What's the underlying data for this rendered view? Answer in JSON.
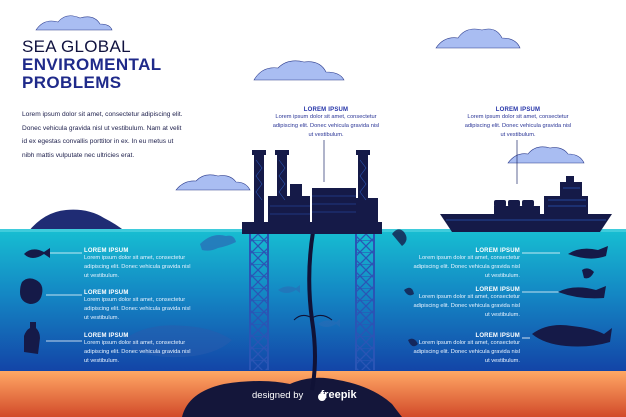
{
  "title": {
    "line1": "SEA GLOBAL",
    "line2": "ENVIROMENTAL",
    "line3": "PROBLEMS"
  },
  "intro": {
    "line1": "Lorem ipsum dolor sit amet, consectetur adipiscing elit.",
    "line2": "Donec vehicula gravida nisl ut vestibulum. Nam at velit",
    "line3": "id ex egestas convallis porttitor in ex. In eu metus ut",
    "line4": "nibh mattis vulputate nec ultricies erat."
  },
  "callouts": {
    "rig": {
      "heading": "LOREM IPSUM",
      "line1": "Lorem ipsum dolor sit amet, consectetur",
      "line2": "adipiscing elit. Donec vehicula gravida nisl",
      "line3": "ut vestibulum."
    },
    "ship": {
      "heading": "LOREM IPSUM",
      "line1": "Lorem ipsum dolor sit amet, consectetur",
      "line2": "adipiscing elit. Donec vehicula gravida nisl",
      "line3": "ut vestibulum."
    },
    "left": [
      {
        "heading": "LOREM IPSUM",
        "line1": "Lorem ipsum dolor sit amet, consectetur",
        "line2": "adipiscing elit. Donec vehicula gravida nisl",
        "line3": "ut vestibulum."
      },
      {
        "heading": "LOREM IPSUM",
        "line1": "Lorem ipsum dolor sit amet, consectetur",
        "line2": "adipiscing elit. Donec vehicula gravida nisl",
        "line3": "ut vestibulum."
      },
      {
        "heading": "LOREM IPSUM",
        "line1": "Lorem ipsum dolor sit amet, consectetur",
        "line2": "adipiscing elit. Donec vehicula gravida nisl",
        "line3": "ut vestibulum."
      }
    ],
    "right": [
      {
        "heading": "LOREM IPSUM",
        "line1": "Lorem ipsum dolor sit amet, consectetur",
        "line2": "adipiscing elit. Donec vehicula gravida nisl",
        "line3": "ut vestibulum."
      },
      {
        "heading": "LOREM IPSUM",
        "line1": "Lorem ipsum dolor sit amet, consectetur",
        "line2": "adipiscing elit. Donec vehicula gravida nisl",
        "line3": "ut vestibulum."
      },
      {
        "heading": "LOREM IPSUM",
        "line1": "Lorem ipsum dolor sit amet, consectetur",
        "line2": "adipiscing elit. Donec vehicula gravida nisl",
        "line3": "ut vestibulum."
      }
    ]
  },
  "credit": {
    "prefix": "designed by",
    "brand": "freepik"
  },
  "colors": {
    "sky_cloud": "#a9bdf2",
    "sea_top": "#15b8cf",
    "sea_bottom": "#1446a8",
    "seabed_top": "#ff9a5c",
    "seabed_bottom": "#c43f26",
    "silhouette": "#161a4a",
    "platform": "#2a55b5",
    "accent_text": "#2433a8"
  },
  "icons": [
    "cloud-icon",
    "oil-rig-icon",
    "cargo-ship-icon",
    "fish-icon",
    "whale-icon",
    "dolphin-icon",
    "plastic-bag-icon",
    "bottle-icon",
    "oil-pipe-icon",
    "oil-spill-icon",
    "freepik-logo-icon"
  ]
}
